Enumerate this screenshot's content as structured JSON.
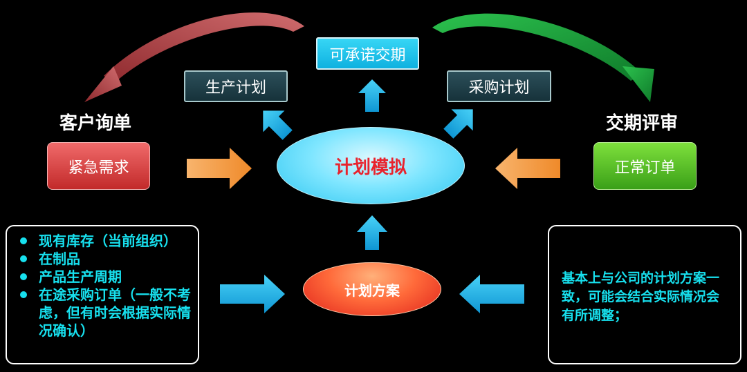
{
  "nodes": {
    "center": "计划模拟",
    "top": "可承诺交期",
    "top_left": "生产计划",
    "top_right": "采购计划",
    "left": "紧急需求",
    "right": "正常订单",
    "bottom": "计划方案"
  },
  "labels": {
    "left_title": "客户询单",
    "right_title": "交期评审"
  },
  "left_info": {
    "items": [
      "现有库存（当前组织）",
      "在制品",
      "产品生产周期",
      "在途采购订单（一般不考虑，但有时会根据实际情况确认）"
    ]
  },
  "right_info": {
    "text": "基本上与公司的计划方案一致，可能会结合实际情况会有所调整；"
  },
  "colors": {
    "background": "#000000",
    "center_text": "#e8232d",
    "info_text": "#17e0ee",
    "blue_arrow": "#1fb4ea",
    "orange_arrow": "#f59a3f",
    "red_curve": "#b5353a",
    "green_curve": "#1f9a3b"
  }
}
